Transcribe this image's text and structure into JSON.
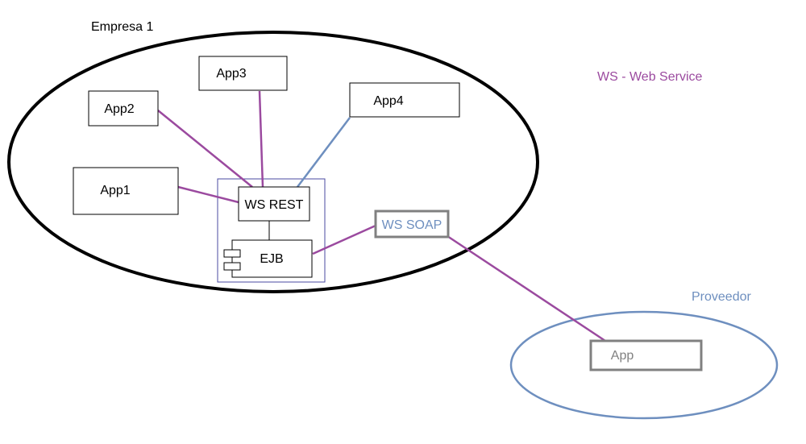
{
  "texts": {
    "empresa": "Empresa 1",
    "legend": "WS - Web Service",
    "proveedor": "Proveedor"
  },
  "nodes": {
    "app1": "App1",
    "app2": "App2",
    "app3": "App3",
    "app4": "App4",
    "ws_rest": "WS REST",
    "ejb": "EJB",
    "ws_soap": "WS SOAP",
    "app_prov": "App"
  },
  "colors": {
    "connector_purple": "#9B4A9F",
    "connector_blue": "#6E8FBF",
    "ellipse_main": "#000000",
    "ellipse_provider": "#6E8FBF",
    "legend_text": "#9B4A9F",
    "provider_text": "#6E8FBF",
    "gray_box": "#808080",
    "container_border": "#4A4AA0"
  }
}
